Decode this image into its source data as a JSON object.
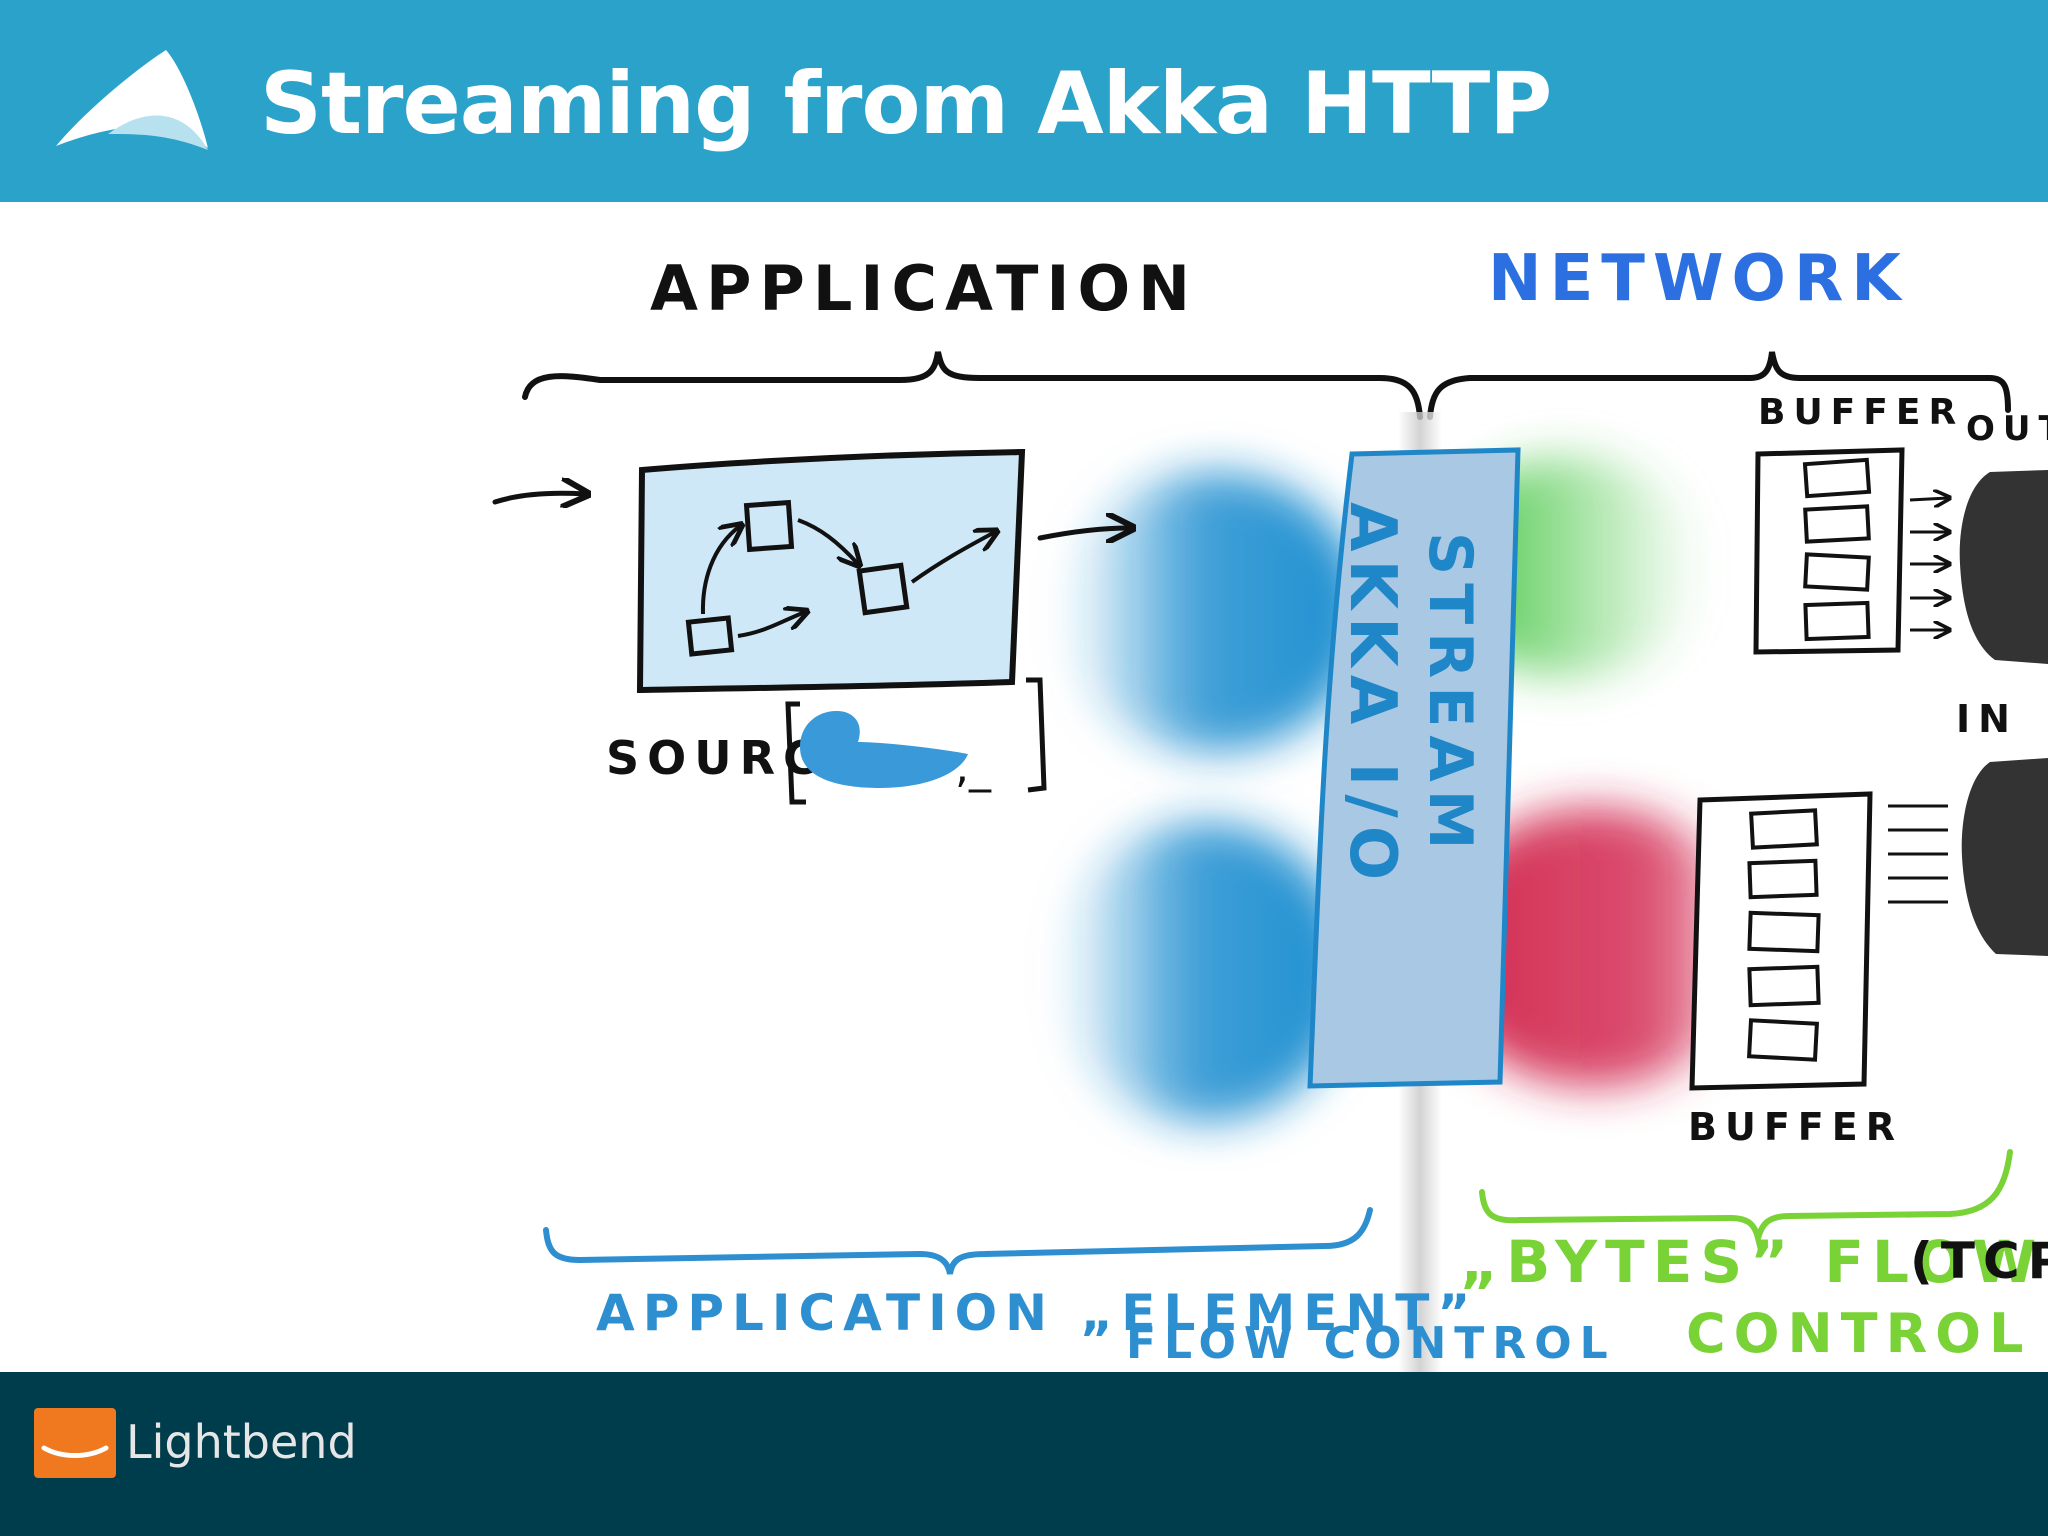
{
  "header": {
    "title": "Streaming from Akka HTTP"
  },
  "footer": {
    "brand": "Lightbend"
  },
  "diagram": {
    "application_heading": "APPLICATION",
    "network_heading": "NETWORK",
    "source_label": "SOURCE",
    "source_signature": ",_",
    "akka_io_label": "AKKA I/O",
    "stream_label": "STREAM",
    "buffer_top_label": "BUFFER",
    "buffer_bottom_label": "BUFFER",
    "out_label": "OUT",
    "in_label": "IN",
    "app_flow_label_1": "APPLICATION „ELEMENT”",
    "app_flow_label_2": "FLOW CONTROL",
    "bytes_flow_label_1": "„BYTES” FLOW",
    "bytes_flow_label_2": "CONTROL",
    "tcp_label": "(TCP)",
    "colors": {
      "header": "#2aa2c9",
      "footer": "#003d4c",
      "app_blue": "#1f8fd0",
      "network_blue": "#2b6fe0",
      "green": "#4cc94a",
      "red": "#d2274f",
      "flow_green": "#79d236",
      "flow_blue": "#2e8fd0",
      "akka_box": "#a9c8e4",
      "orange": "#f0781e"
    }
  }
}
